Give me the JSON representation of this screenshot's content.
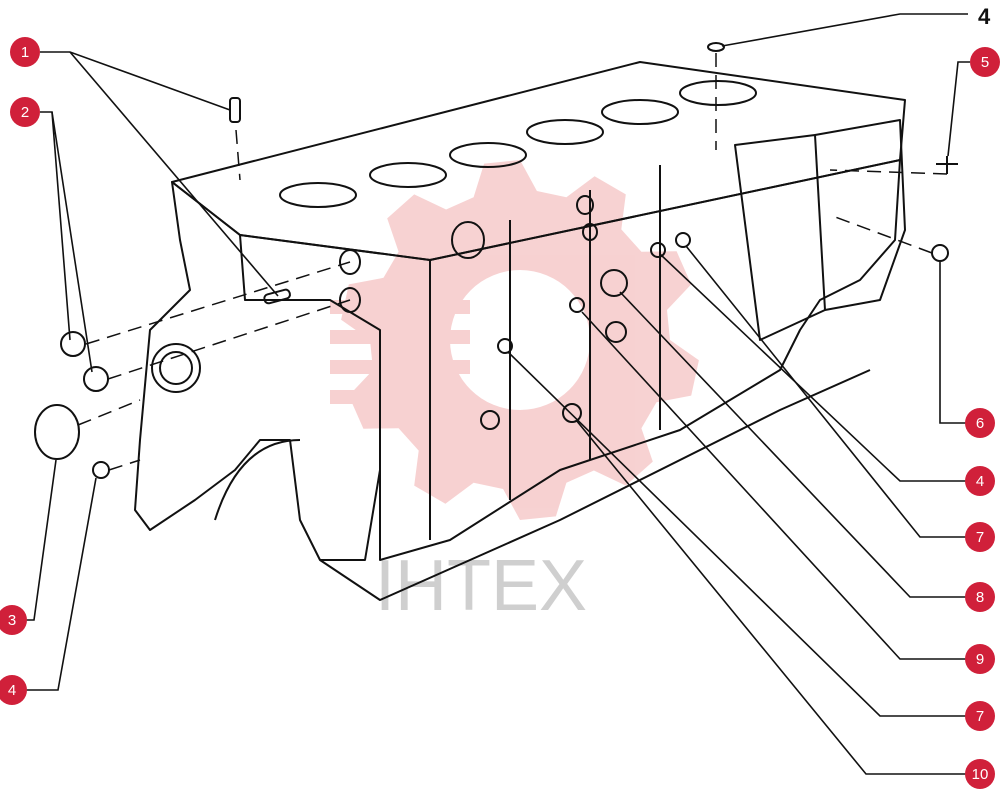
{
  "colors": {
    "badge": "#d0203a",
    "badge_text": "#ffffff",
    "line": "#111111",
    "watermark_gear": "#f6caca",
    "watermark_text": "#cfcfcf"
  },
  "watermark": {
    "text": "IHTEX"
  },
  "callouts": [
    {
      "id": "c1",
      "label": "1"
    },
    {
      "id": "c2",
      "label": "2"
    },
    {
      "id": "c3",
      "label": "3"
    },
    {
      "id": "c4a",
      "label": "4"
    },
    {
      "id": "c4b",
      "label": "4"
    },
    {
      "id": "c4c",
      "label": "4"
    },
    {
      "id": "c5",
      "label": "5"
    },
    {
      "id": "c6",
      "label": "6"
    },
    {
      "id": "c7a",
      "label": "7"
    },
    {
      "id": "c7b",
      "label": "7"
    },
    {
      "id": "c8",
      "label": "8"
    },
    {
      "id": "c9",
      "label": "9"
    },
    {
      "id": "c10",
      "label": "10"
    }
  ]
}
